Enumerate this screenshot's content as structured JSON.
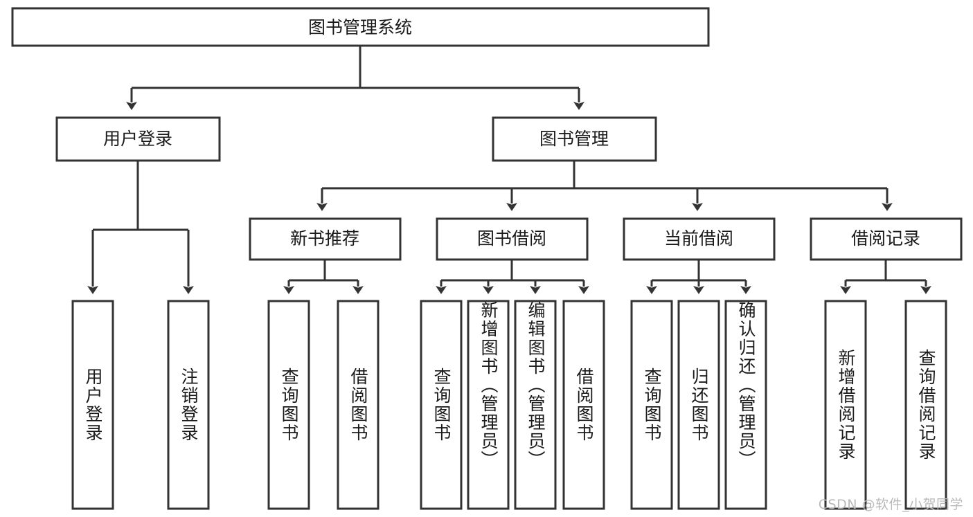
{
  "diagram": {
    "type": "tree-hierarchy",
    "title": "图书管理系统",
    "orientation": "top-down",
    "watermark": "CSDN @软件_小贺同学",
    "colors": {
      "stroke": "#333333",
      "fill": "#ffffff",
      "text": "#1a1a1a",
      "watermark": "#b9b9b9",
      "background": "#ffffff"
    },
    "root": {
      "label": "图书管理系统"
    },
    "level2": [
      {
        "label": "用户登录"
      },
      {
        "label": "图书管理"
      }
    ],
    "level3": [
      {
        "label": "新书推荐"
      },
      {
        "label": "图书借阅"
      },
      {
        "label": "当前借阅"
      },
      {
        "label": "借阅记录"
      }
    ],
    "leaves": {
      "user_login": [
        {
          "label": "用户登录"
        },
        {
          "label": "注销登录"
        }
      ],
      "new_book": [
        {
          "label": "查询图书"
        },
        {
          "label": "借阅图书"
        }
      ],
      "book_borrow": [
        {
          "label": "查询图书"
        },
        {
          "label": "新增图书（管理员）"
        },
        {
          "label": "编辑图书（管理员）"
        },
        {
          "label": "借阅图书"
        }
      ],
      "current_borrow": [
        {
          "label": "查询图书"
        },
        {
          "label": "归还图书"
        },
        {
          "label": "确认归还（管理员）"
        }
      ],
      "borrow_record": [
        {
          "label": "新增借阅记录"
        },
        {
          "label": "查询借阅记录"
        }
      ]
    }
  }
}
